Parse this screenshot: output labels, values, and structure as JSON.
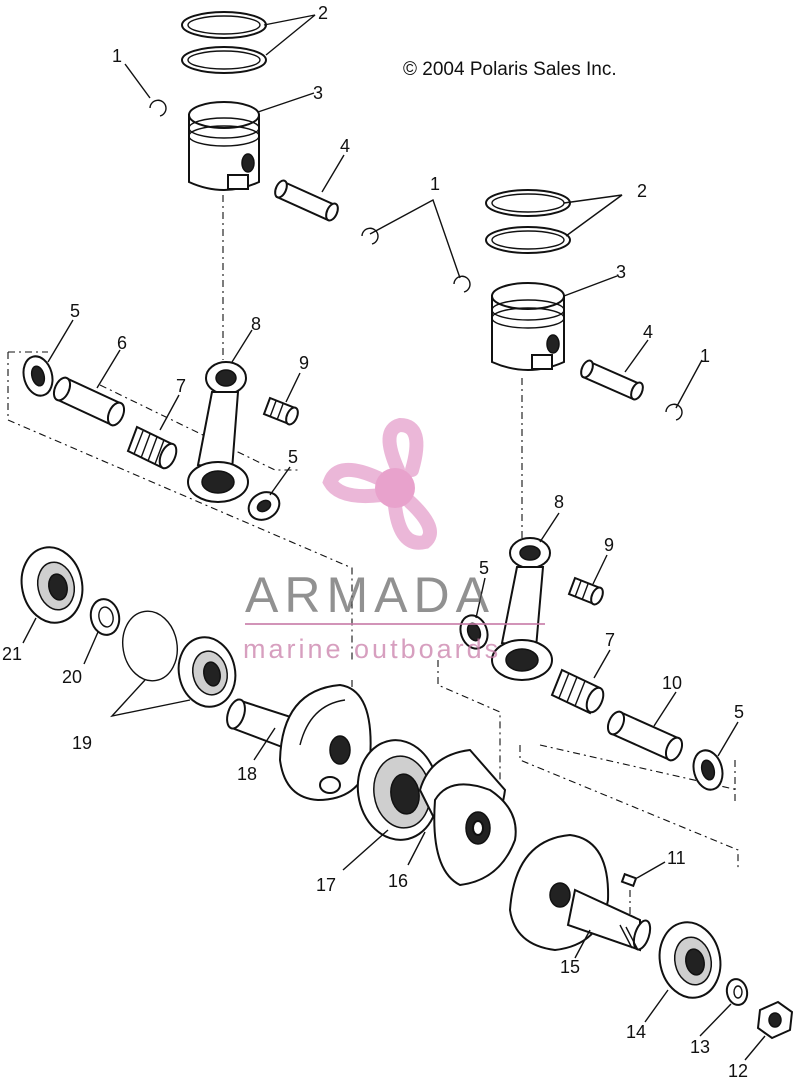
{
  "copyright": "© 2004 Polaris Sales Inc.",
  "watermark": {
    "brand": "ARMADA",
    "tagline": "marine outboards",
    "logo": "propeller-logo-icon",
    "colors": {
      "logo": "#e7a6cf",
      "brand": "#5e5e5e",
      "tagline": "#c77aa7"
    }
  },
  "callouts": {
    "c1a": "1",
    "c1b": "1",
    "c1c": "1",
    "c2a": "2",
    "c2b": "2",
    "c3a": "3",
    "c3b": "3",
    "c4a": "4",
    "c4b": "4",
    "c5a": "5",
    "c5b": "5",
    "c5c": "5",
    "c5d": "5",
    "c6": "6",
    "c7a": "7",
    "c7b": "7",
    "c8a": "8",
    "c8b": "8",
    "c9a": "9",
    "c9b": "9",
    "c10": "10",
    "c11": "11",
    "c12": "12",
    "c13": "13",
    "c14": "14",
    "c15": "15",
    "c16": "16",
    "c17": "17",
    "c18": "18",
    "c19": "19",
    "c20": "20",
    "c21": "21"
  }
}
